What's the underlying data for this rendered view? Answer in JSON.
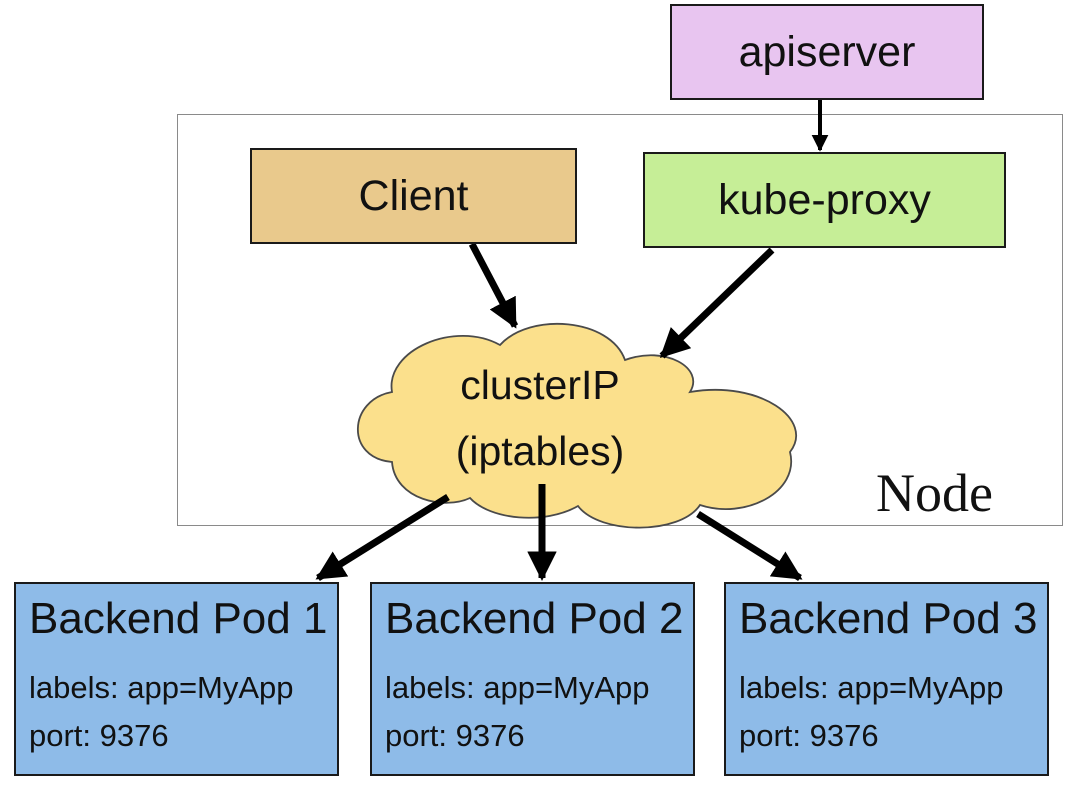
{
  "nodes": {
    "apiserver": "apiserver",
    "client": "Client",
    "kube_proxy": "kube-proxy",
    "node_label": "Node",
    "cluster_ip": {
      "line1": "clusterIP",
      "line2": "(iptables)"
    }
  },
  "pods": [
    {
      "title": "Backend Pod 1",
      "labels": "labels: app=MyApp",
      "port": "port: 9376"
    },
    {
      "title": "Backend Pod 2",
      "labels": "labels: app=MyApp",
      "port": "port: 9376"
    },
    {
      "title": "Backend Pod 3",
      "labels": "labels: app=MyApp",
      "port": "port: 9376"
    }
  ],
  "colors": {
    "apiserver": "#e8c5f0",
    "client": "#e9c98c",
    "kube_proxy": "#c6ee97",
    "cloud": "#fbe08c",
    "pod": "#8ebbe8"
  },
  "edges": [
    {
      "from": "apiserver",
      "to": "kube-proxy"
    },
    {
      "from": "client",
      "to": "clusterIP"
    },
    {
      "from": "kube-proxy",
      "to": "clusterIP"
    },
    {
      "from": "clusterIP",
      "to": "Backend Pod 1"
    },
    {
      "from": "clusterIP",
      "to": "Backend Pod 2"
    },
    {
      "from": "clusterIP",
      "to": "Backend Pod 3"
    }
  ]
}
